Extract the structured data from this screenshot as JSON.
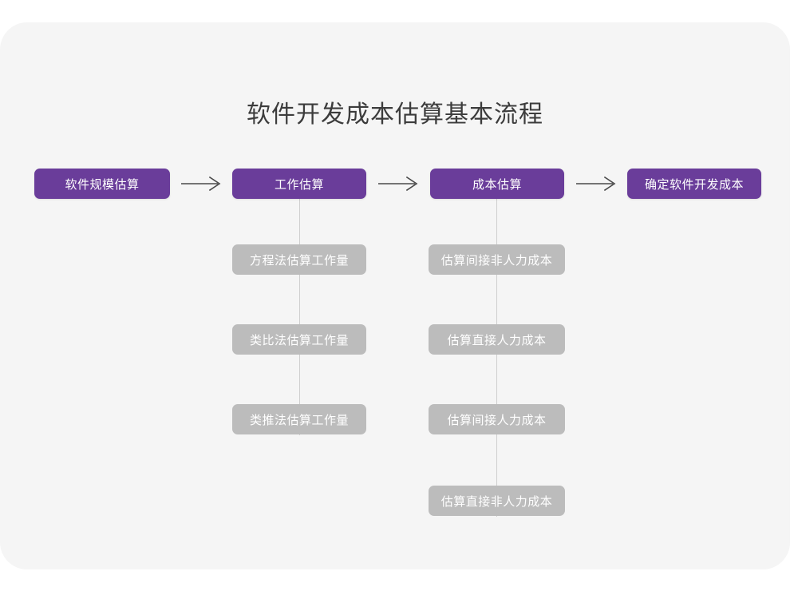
{
  "diagram": {
    "title": "软件开发成本估算基本流程",
    "colors": {
      "card_background": "#f5f5f5",
      "page_background": "#ffffff",
      "stage_fill": "#6a3d9a",
      "stage_text": "#ffffff",
      "sub_fill": "#bcbcbc",
      "sub_text": "#ffffff",
      "connector": "#cfcfcf",
      "arrow": "#4a4a4a",
      "title_text": "#3c3c3c"
    },
    "arrow_glyph": "right-arrow-long",
    "stages": [
      {
        "label": "软件规模估算",
        "substeps": []
      },
      {
        "label": "工作估算",
        "substeps": [
          "方程法估算工作量",
          "类比法估算工作量",
          "类推法估算工作量"
        ]
      },
      {
        "label": "成本估算",
        "substeps": [
          "估算间接非人力成本",
          "估算直接人力成本",
          "估算间接人力成本",
          "估算直接非人力成本"
        ]
      },
      {
        "label": "确定软件开发成本",
        "substeps": []
      }
    ],
    "arrows": [
      {
        "from": "软件规模估算",
        "to": "工作估算"
      },
      {
        "from": "工作估算",
        "to": "成本估算"
      },
      {
        "from": "成本估算",
        "to": "确定软件开发成本"
      }
    ]
  }
}
